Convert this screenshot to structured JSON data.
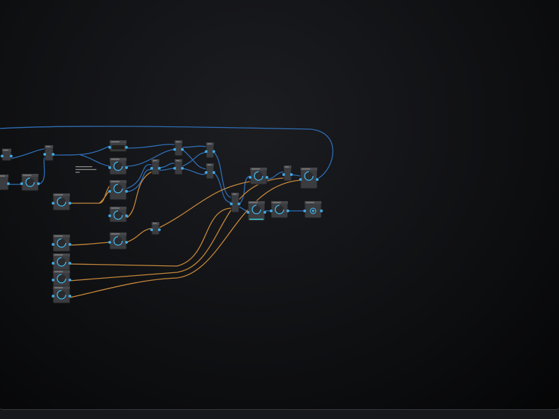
{
  "colors": {
    "background": "#0c0d0f",
    "node": "#3b3c3f",
    "node_header": "#46474a",
    "wire_blue": "#2f6fb8",
    "wire_orange": "#c98a3c",
    "port_blue": "#3fa7e0",
    "port_orange": "#d9a441",
    "knob_ring": "#3fc3ff"
  },
  "nodes": [
    {
      "id": "n1",
      "kind": "plain"
    },
    {
      "id": "n2",
      "kind": "plain"
    },
    {
      "id": "n3",
      "kind": "plain"
    },
    {
      "id": "n4",
      "kind": "knob"
    },
    {
      "id": "n5",
      "kind": "display"
    },
    {
      "id": "n6",
      "kind": "knob"
    },
    {
      "id": "n7",
      "kind": "knob"
    },
    {
      "id": "n8",
      "kind": "knob"
    },
    {
      "id": "n9",
      "kind": "knob"
    },
    {
      "id": "n10",
      "kind": "plain"
    },
    {
      "id": "n11",
      "kind": "plain"
    },
    {
      "id": "n12",
      "kind": "plain"
    },
    {
      "id": "n13",
      "kind": "plain"
    },
    {
      "id": "n14",
      "kind": "plain"
    },
    {
      "id": "n15",
      "kind": "plain"
    },
    {
      "id": "n16",
      "kind": "knob"
    },
    {
      "id": "n17",
      "kind": "plain"
    },
    {
      "id": "n18",
      "kind": "knob"
    },
    {
      "id": "n19",
      "kind": "knob-bar"
    },
    {
      "id": "n20",
      "kind": "knob"
    },
    {
      "id": "n21",
      "kind": "output"
    },
    {
      "id": "n22",
      "kind": "plain"
    },
    {
      "id": "n23",
      "kind": "knob"
    },
    {
      "id": "n24",
      "kind": "knob"
    },
    {
      "id": "n25",
      "kind": "knob"
    },
    {
      "id": "n26",
      "kind": "knob"
    },
    {
      "id": "n27",
      "kind": "knob"
    }
  ]
}
